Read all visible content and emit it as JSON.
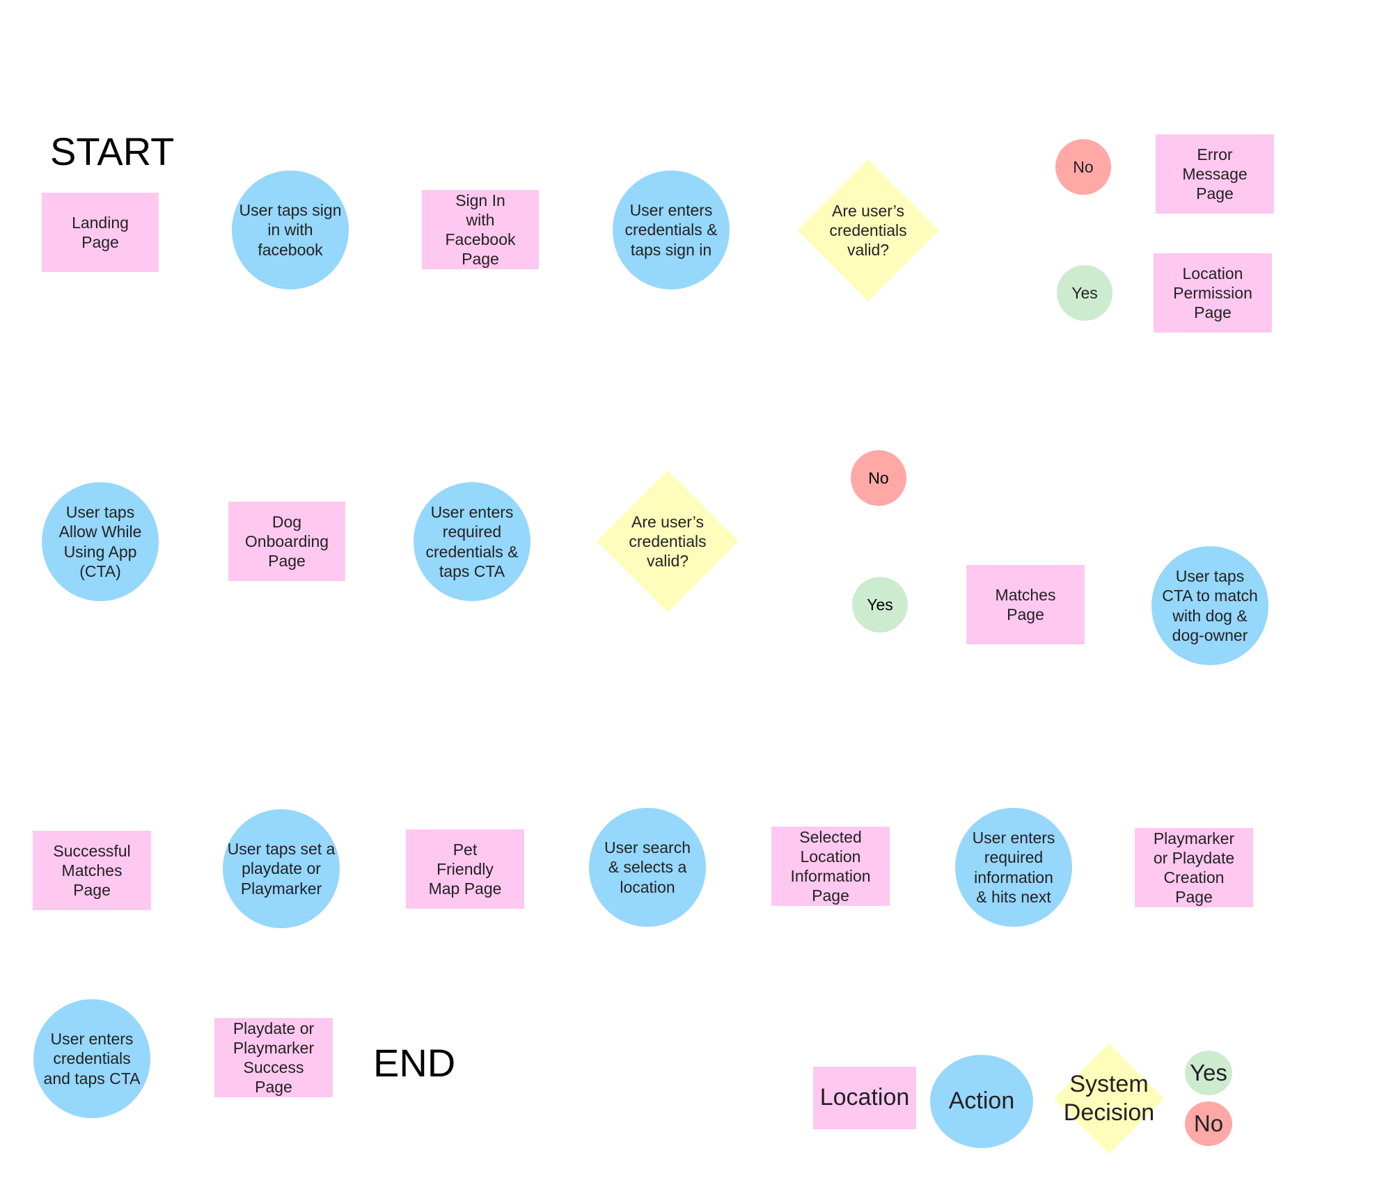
{
  "labels": {
    "start": "START",
    "end": "END"
  },
  "colors": {
    "location": "#ffc8f0",
    "action": "#96d7fc",
    "system_decision": "#fffdbb",
    "yes": "#cdebcf",
    "no": "#ffa8a6"
  },
  "nodes": {
    "landing": "Landing\nPage",
    "tap_facebook": "User taps sign\nin with\nfacebook",
    "signin_fb": "Sign In\nwith\nFacebook\nPage",
    "enter_cred": "User enters\ncredentials &\ntaps sign in",
    "valid_1": "Are user’s\ncredentials\nvalid?",
    "no_1": "No",
    "error": "Error\nMessage\nPage",
    "yes_1": "Yes",
    "location_perm": "Location\nPermission\nPage",
    "allow_while": "User taps\nAllow While\nUsing App\n(CTA)",
    "dog_onboard": "Dog\nOnboarding\nPage",
    "enter_req": "User enters\nrequired\ncredentials &\ntaps CTA",
    "valid_2": "Are user’s\ncredentials\nvalid?",
    "no_2": "No",
    "yes_2": "Yes",
    "matches": "Matches\nPage",
    "cta_match": "User taps\nCTA to match\nwith dog &\ndog-owner",
    "successful": "Successful\nMatches\nPage",
    "set_playdate": "User taps set a\nplaydate or\nPlaymarker",
    "pet_map": "Pet\nFriendly\nMap Page",
    "search_loc": "User search\n& selects a\nlocation",
    "selected_loc": "Selected\nLocation\nInformation\nPage",
    "enter_info": "User enters\nrequired\ninformation\n& hits next",
    "playmarker": "Playmarker\nor Playdate\nCreation\nPage",
    "enter_cred_cta": "User enters\ncredentials\nand taps CTA",
    "playdate_succ": "Playdate or\nPlaymarker\nSuccess\nPage"
  },
  "legend": {
    "location": "Location",
    "action": "Action",
    "system_decision": "System\nDecision",
    "yes": "Yes",
    "no": "No"
  }
}
